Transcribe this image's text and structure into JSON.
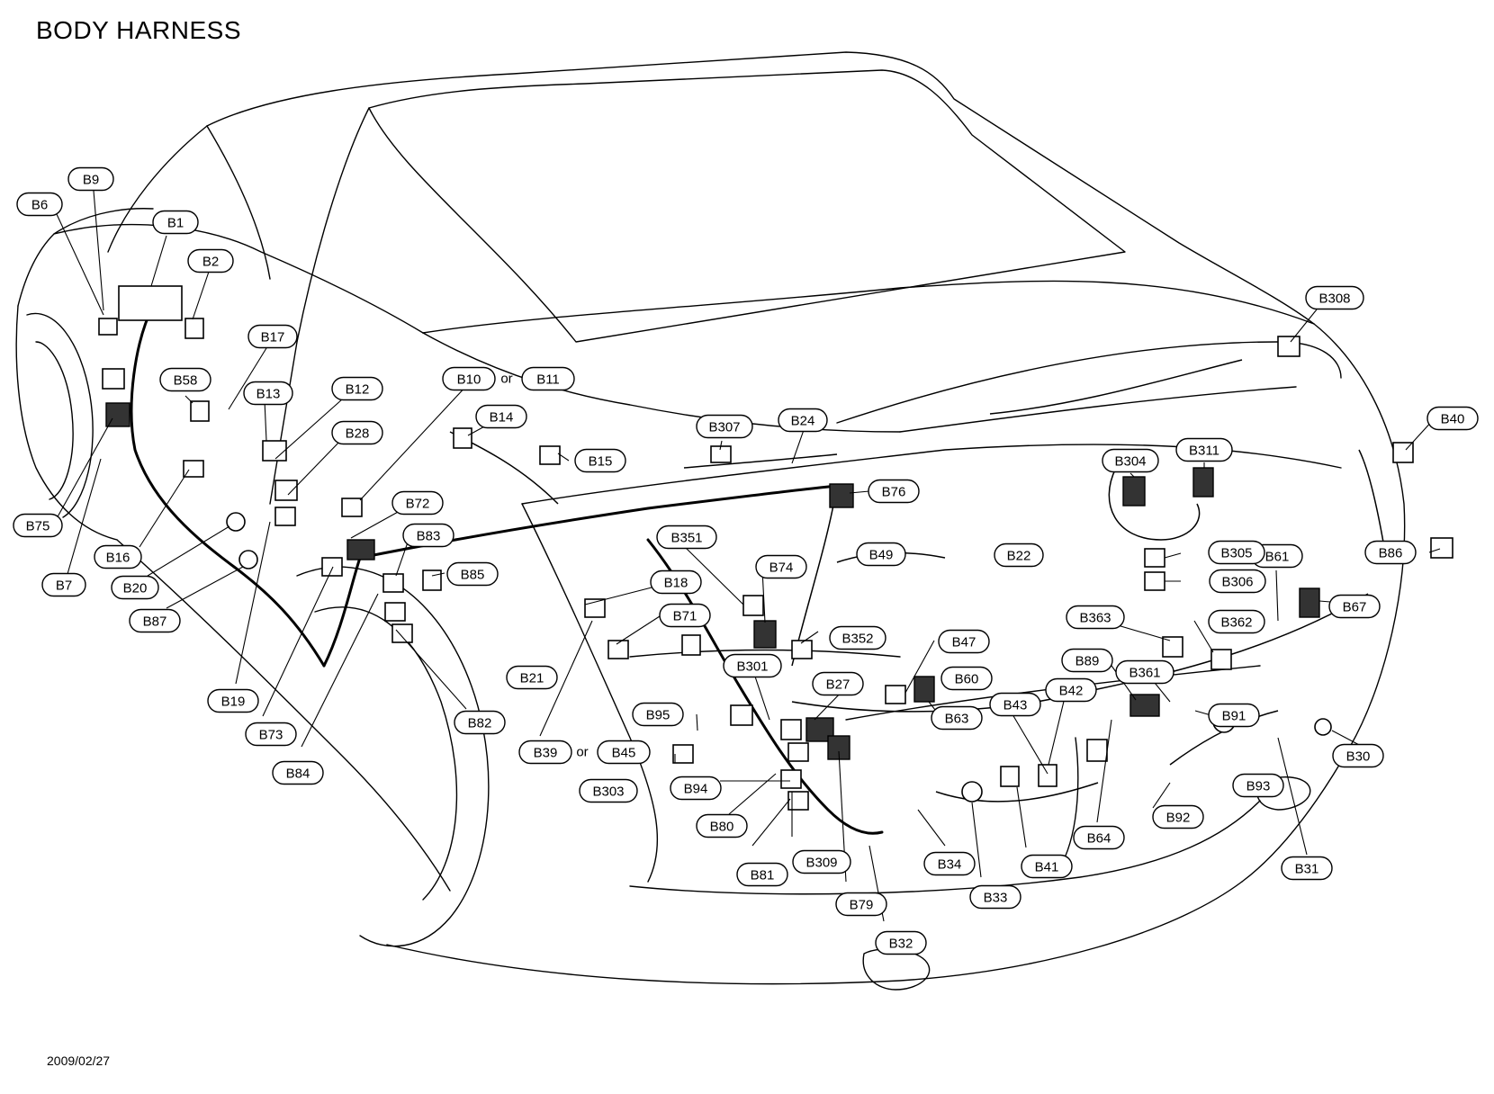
{
  "title": "BODY HARNESS",
  "date": "2009/02/27",
  "or_word": "or",
  "labels": {
    "B1": "B1",
    "B2": "B2",
    "B6": "B6",
    "B7": "B7",
    "B9": "B9",
    "B10": "B10",
    "B11": "B11",
    "B12": "B12",
    "B13": "B13",
    "B14": "B14",
    "B15": "B15",
    "B16": "B16",
    "B17": "B17",
    "B18": "B18",
    "B19": "B19",
    "B20": "B20",
    "B21": "B21",
    "B22": "B22",
    "B24": "B24",
    "B27": "B27",
    "B28": "B28",
    "B30": "B30",
    "B31": "B31",
    "B32": "B32",
    "B33": "B33",
    "B34": "B34",
    "B39": "B39",
    "B40": "B40",
    "B41": "B41",
    "B42": "B42",
    "B43": "B43",
    "B45": "B45",
    "B47": "B47",
    "B49": "B49",
    "B58": "B58",
    "B60": "B60",
    "B61": "B61",
    "B63": "B63",
    "B64": "B64",
    "B67": "B67",
    "B71": "B71",
    "B72": "B72",
    "B73": "B73",
    "B74": "B74",
    "B75": "B75",
    "B76": "B76",
    "B79": "B79",
    "B80": "B80",
    "B81": "B81",
    "B82": "B82",
    "B83": "B83",
    "B84": "B84",
    "B85": "B85",
    "B86": "B86",
    "B87": "B87",
    "B89": "B89",
    "B91": "B91",
    "B92": "B92",
    "B93": "B93",
    "B94": "B94",
    "B95": "B95",
    "B301": "B301",
    "B303": "B303",
    "B304": "B304",
    "B305": "B305",
    "B306": "B306",
    "B307": "B307",
    "B308": "B308",
    "B309": "B309",
    "B311": "B311",
    "B351": "B351",
    "B352": "B352",
    "B361": "B361",
    "B362": "B362",
    "B363": "B363"
  }
}
